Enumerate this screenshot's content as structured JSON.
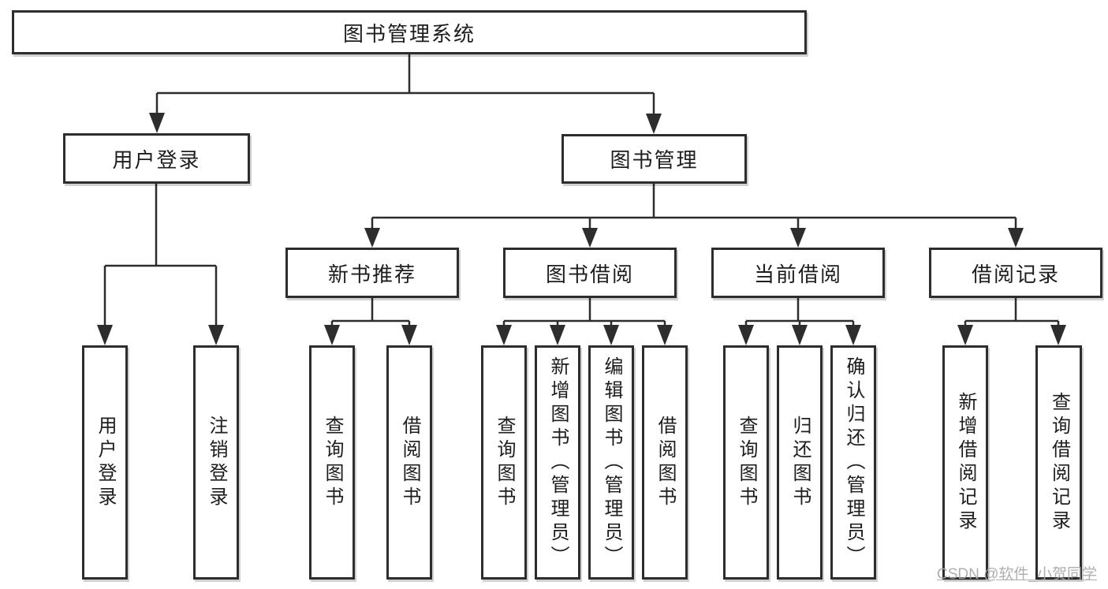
{
  "tree": {
    "label": "图书管理系统",
    "children": [
      {
        "label": "用户登录",
        "children": [
          {
            "label": "用户登录"
          },
          {
            "label": "注销登录"
          }
        ]
      },
      {
        "label": "图书管理",
        "children": [
          {
            "label": "新书推荐",
            "children": [
              {
                "label": "查询图书"
              },
              {
                "label": "借阅图书"
              }
            ]
          },
          {
            "label": "图书借阅",
            "children": [
              {
                "label": "查询图书"
              },
              {
                "label": "新增图书（管理员）"
              },
              {
                "label": "编辑图书（管理员）"
              },
              {
                "label": "借阅图书"
              }
            ]
          },
          {
            "label": "当前借阅",
            "children": [
              {
                "label": "查询图书"
              },
              {
                "label": "归还图书"
              },
              {
                "label": "确认归还（管理员）"
              }
            ]
          },
          {
            "label": "借阅记录",
            "children": [
              {
                "label": "新增借阅记录"
              },
              {
                "label": "查询借阅记录"
              }
            ]
          }
        ]
      }
    ]
  },
  "watermark": "CSDN @软件_小贺同学",
  "colors": {
    "line": "#2d2d2d",
    "box_border": "#2d2d2d",
    "box_background": "#ffffff",
    "text": "#1d1d1d",
    "watermark": "#a8a8a8"
  }
}
